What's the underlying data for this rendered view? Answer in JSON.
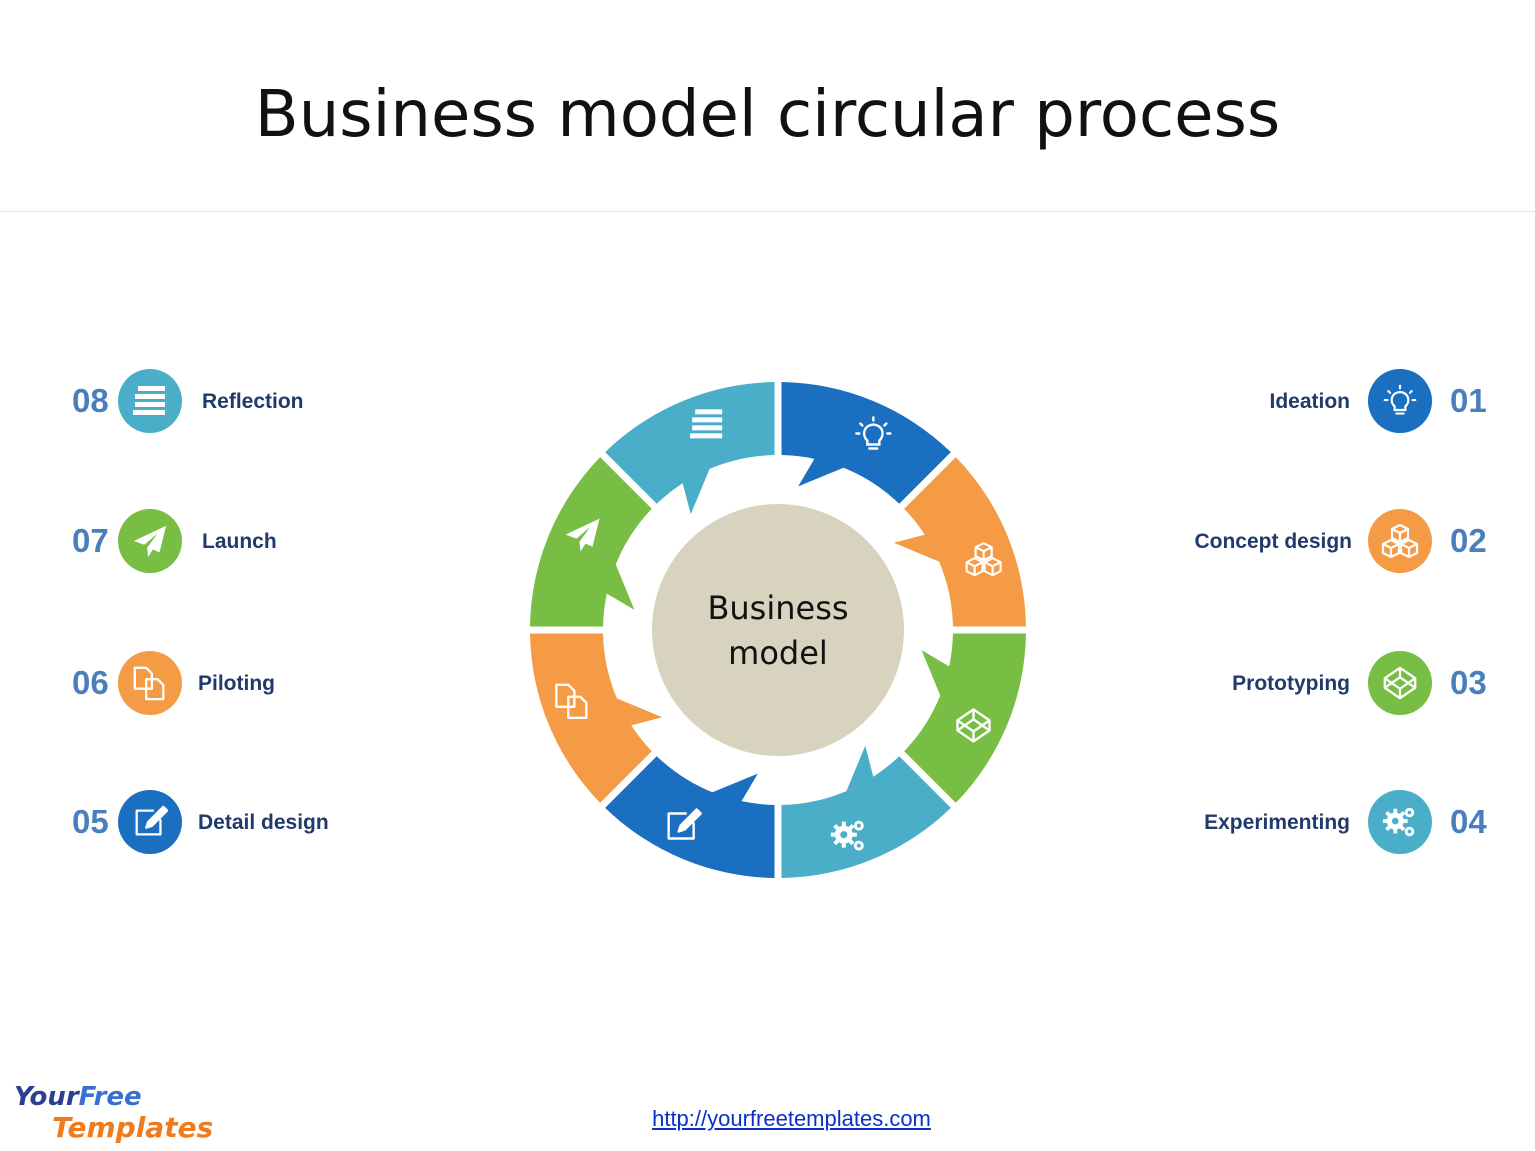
{
  "title": "Business model circular process",
  "center": {
    "line1": "Business",
    "line2": "model",
    "color": "#d8d3bf"
  },
  "steps": [
    {
      "num": "01",
      "label": "Ideation",
      "icon": "lightbulb-icon",
      "color": "#1a6fc0"
    },
    {
      "num": "02",
      "label": "Concept design",
      "icon": "cubes-icon",
      "color": "#f59a45"
    },
    {
      "num": "03",
      "label": "Prototyping",
      "icon": "codepen-icon",
      "color": "#78bd44"
    },
    {
      "num": "04",
      "label": "Experimenting",
      "icon": "gears-icon",
      "color": "#4aaec8"
    },
    {
      "num": "05",
      "label": "Detail design",
      "icon": "edit-icon",
      "color": "#1a6fc0"
    },
    {
      "num": "06",
      "label": "Piloting",
      "icon": "documents-icon",
      "color": "#f59a45"
    },
    {
      "num": "07",
      "label": "Launch",
      "icon": "paper-plane-icon",
      "color": "#78bd44"
    },
    {
      "num": "08",
      "label": "Reflection",
      "icon": "stack-icon",
      "color": "#4aaec8"
    }
  ],
  "logo": {
    "line1": "YourFree",
    "line2": "Templates"
  },
  "footer_url": "http://yourfreetemplates.com"
}
